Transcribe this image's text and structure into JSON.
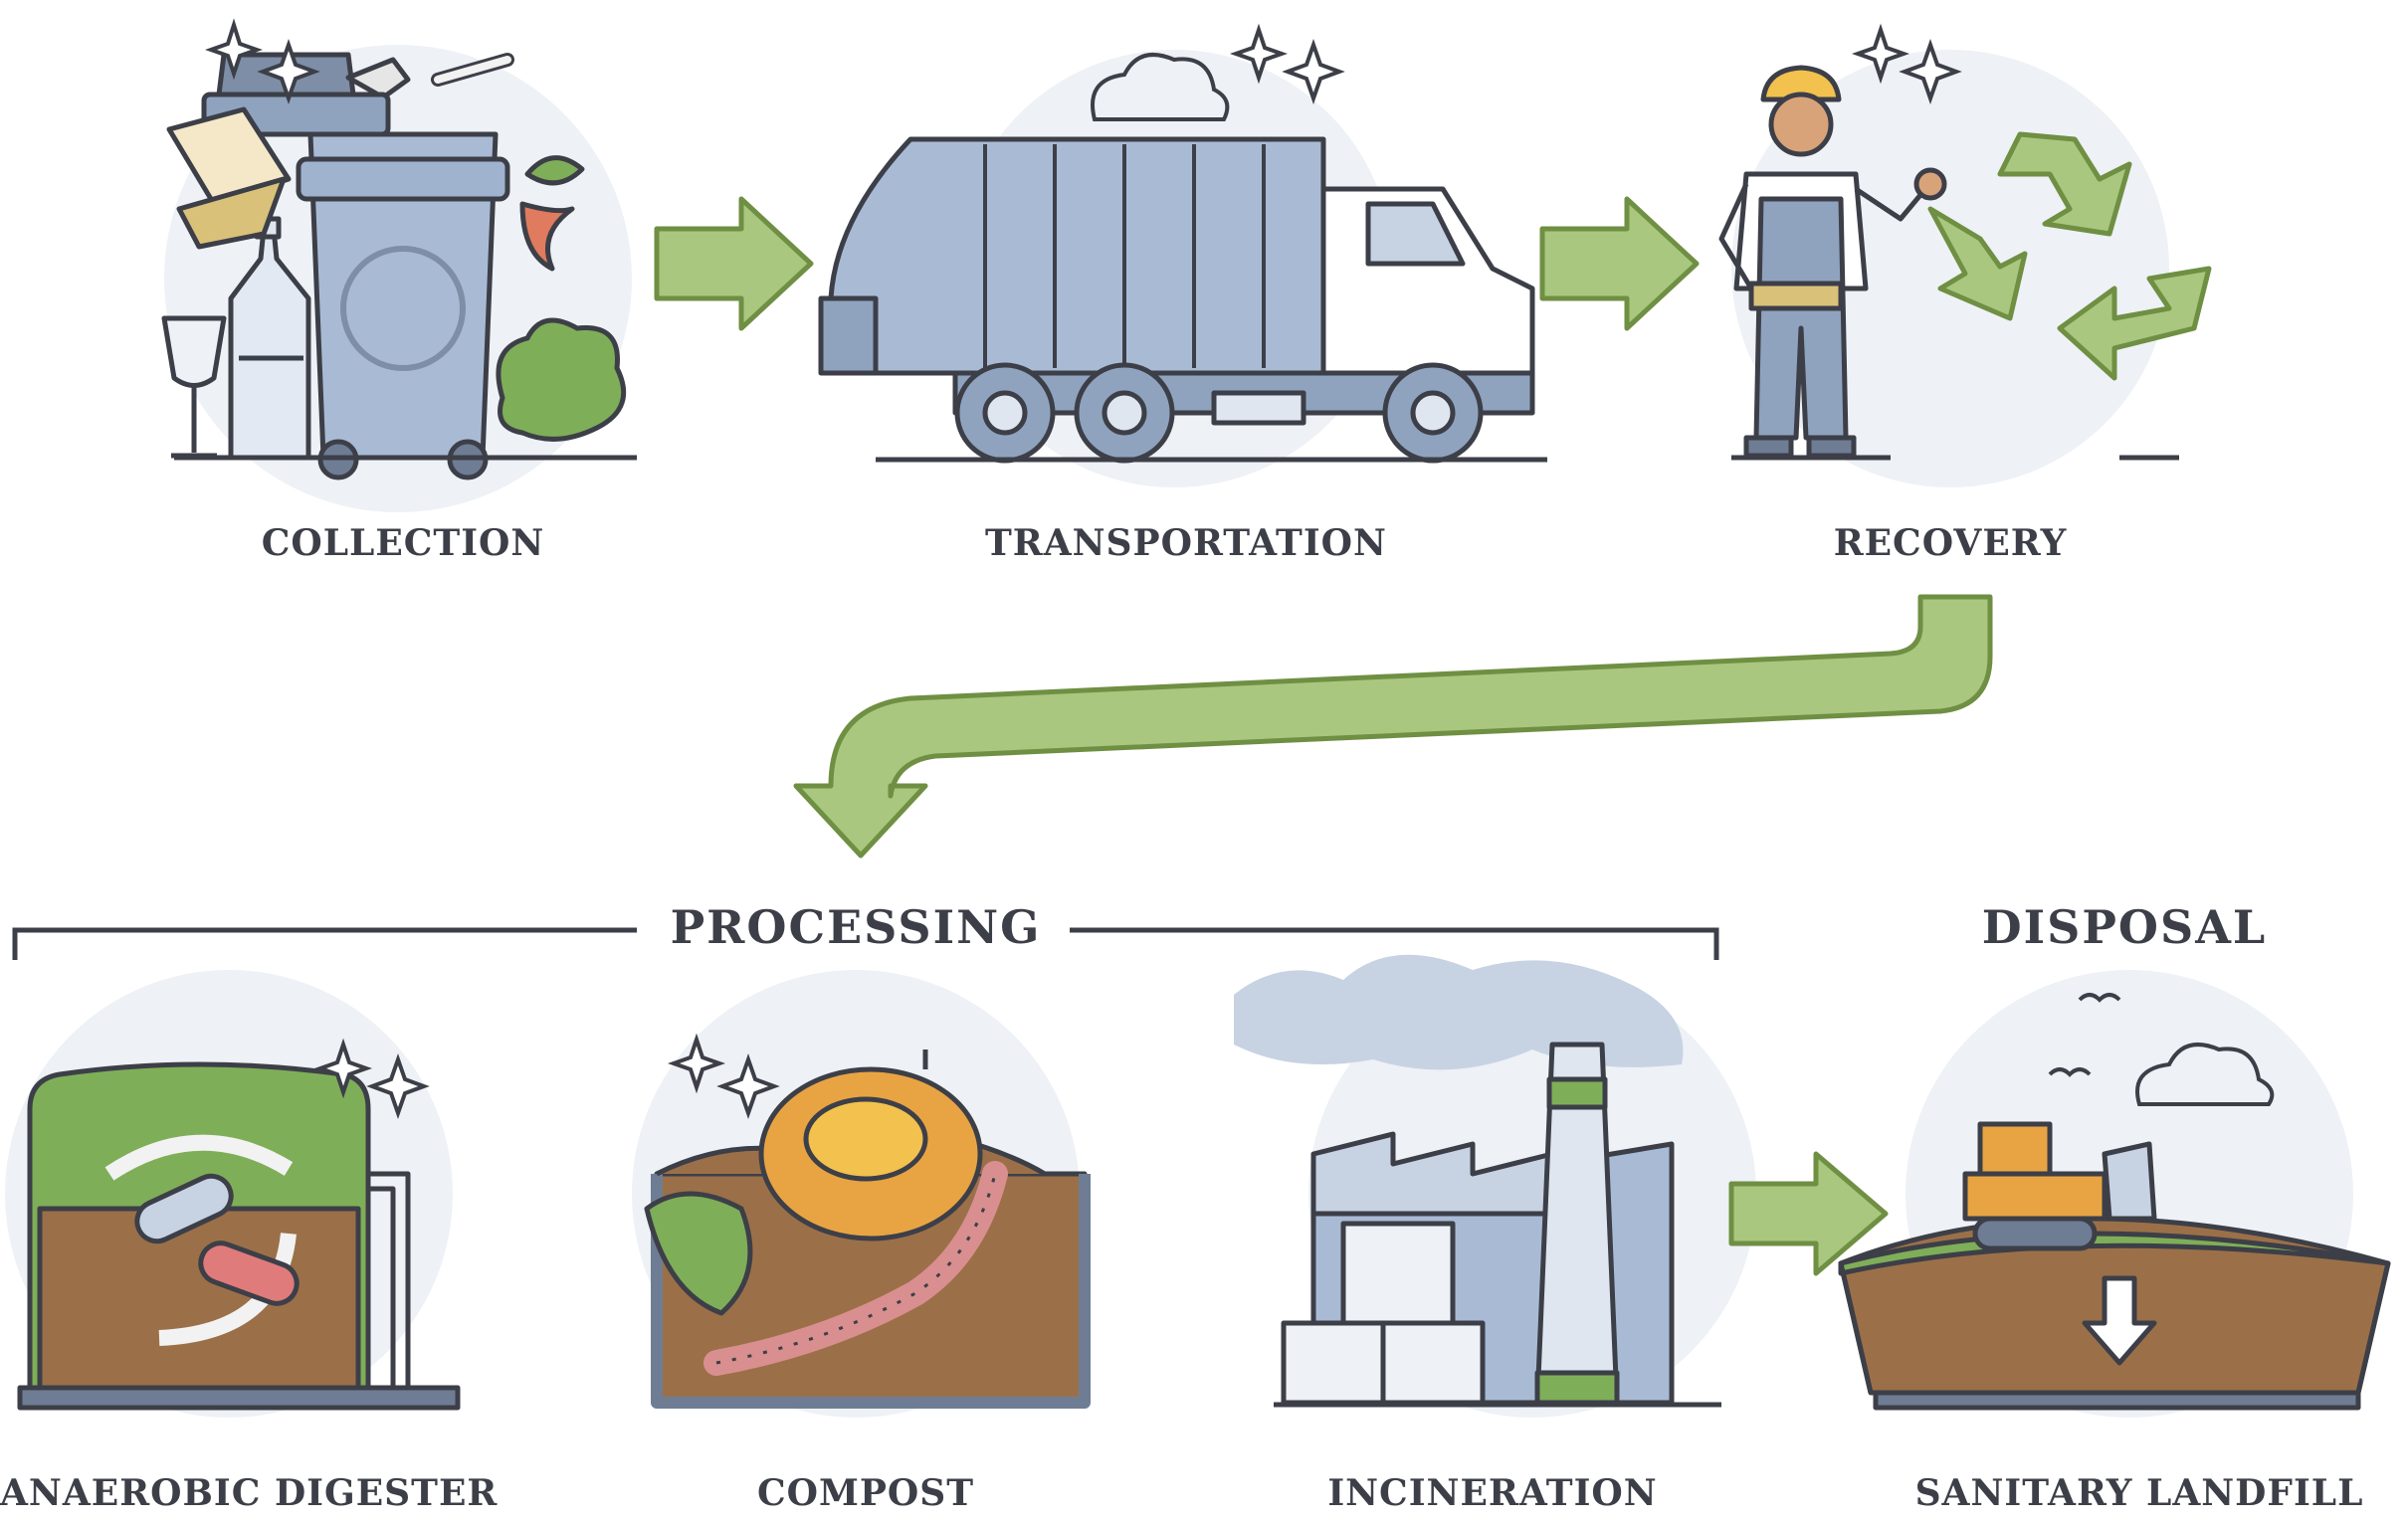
{
  "diagram": {
    "top_row": [
      {
        "label": "COLLECTION",
        "icon": "waste-bin-icon"
      },
      {
        "label": "TRANSPORTATION",
        "icon": "garbage-truck-icon"
      },
      {
        "label": "RECOVERY",
        "icon": "recycling-worker-icon"
      }
    ],
    "groups": {
      "processing": "PROCESSING",
      "disposal": "DISPOSAL"
    },
    "bottom_row": [
      {
        "label": "ANAEROBIC DIGESTER",
        "icon": "anaerobic-digester-icon"
      },
      {
        "label": "COMPOST",
        "icon": "compost-icon"
      },
      {
        "label": "INCINERATION",
        "icon": "incineration-plant-icon"
      },
      {
        "label": "SANITARY LANDFILL",
        "icon": "landfill-bulldozer-icon"
      }
    ],
    "colors": {
      "arrow_fill": "#a9c77f",
      "arrow_stroke": "#6f8f43",
      "outline": "#3d3f48",
      "steel_blue": "#9fb3cf",
      "soil_brown": "#9b7048",
      "grass_green": "#7fae58",
      "machine_orange": "#e8a443"
    }
  }
}
